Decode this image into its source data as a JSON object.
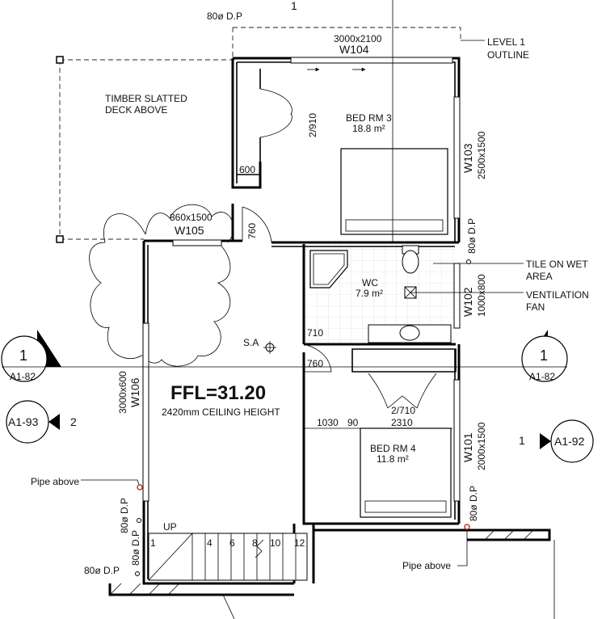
{
  "labels": {
    "top_dp": "80ø D.P",
    "grid_top": "1",
    "level_outline_1": "LEVEL 1",
    "level_outline_2": "OUTLINE",
    "w104_size": "3000x2100",
    "w104": "W104",
    "deck_1": "TIMBER SLATTED",
    "deck_2": "DECK ABOVE",
    "bed3_name": "BED RM 3",
    "bed3_area": "18.8 m²",
    "door_2_910": "2/910",
    "door_600": "600",
    "w103": "W103",
    "w103_size": "2500x1500",
    "w105_size": "860x1500",
    "w105": "W105",
    "door_760_top": "760",
    "dp_right": "80ø D.P",
    "tile_1": "TILE ON WET",
    "tile_2": "AREA",
    "wc_name": "WC",
    "wc_area": "7.9 m²",
    "w102": "W102",
    "w102_size": "1000x800",
    "vent_1": "VENTILATION",
    "vent_2": "FAN",
    "sa": "S.A",
    "door_710": "710",
    "door_760_mid": "760",
    "sect_left_num": "1",
    "sect_left_ref": "A1-82",
    "sect_right_num": "1",
    "sect_right_ref": "A1-82",
    "w106_size": "3000x600",
    "w106": "W106",
    "ffl": "FFL=31.20",
    "ceiling": "2420mm CEILING HEIGHT",
    "door_2_710": "2/710",
    "dim_1030": "1030",
    "dim_90": "90",
    "dim_2310": "2310",
    "bed4_name": "BED RM 4",
    "bed4_area": "11.8 m²",
    "w101": "W101",
    "w101_size": "2000x1500",
    "ref_a193": "A1-93",
    "ref_a193_num": "2",
    "ref_a192_num": "1",
    "ref_a192": "A1-92",
    "pipe_left": "Pipe above",
    "dp_lower_right": "80ø D.P",
    "dp_left_1": "80ø D.P",
    "dp_left_2": "80ø D.P",
    "up": "UP",
    "stair_1": "1",
    "stair_4": "4",
    "stair_6": "6",
    "stair_8": "8",
    "stair_10": "10",
    "stair_12": "12",
    "dp_bottom_left": "80ø D.P",
    "pipe_right": "Pipe above"
  },
  "colors": {
    "ink": "#000000",
    "pipe_marker": "#c0392b",
    "tile_grid": "#cfcfcf"
  }
}
